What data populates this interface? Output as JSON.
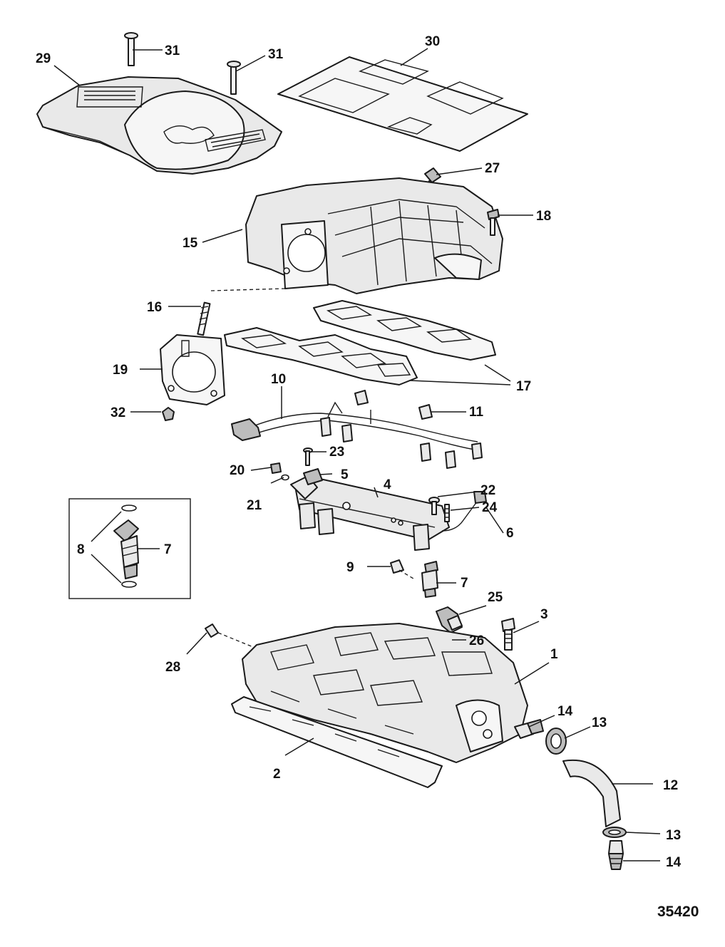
{
  "figure_number": "35420",
  "callouts": {
    "c1": "1",
    "c2": "2",
    "c3": "3",
    "c4": "4",
    "c5": "5",
    "c6": "6",
    "c7a": "7",
    "c7b": "7",
    "c8": "8",
    "c9": "9",
    "c10": "10",
    "c11": "11",
    "c12": "12",
    "c13a": "13",
    "c13b": "13",
    "c14a": "14",
    "c14b": "14",
    "c15": "15",
    "c16": "16",
    "c17": "17",
    "c18": "18",
    "c19": "19",
    "c20": "20",
    "c21": "21",
    "c22": "22",
    "c23": "23",
    "c24": "24",
    "c25": "25",
    "c26": "26",
    "c27": "27",
    "c28": "28",
    "c29": "29",
    "c30": "30",
    "c31a": "31",
    "c31b": "31",
    "c32": "32"
  }
}
